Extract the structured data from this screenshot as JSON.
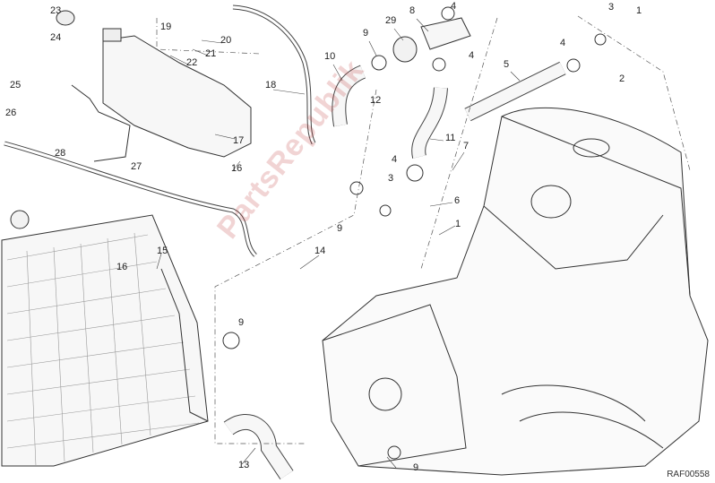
{
  "diagram": {
    "title": "Cooling system parts diagram",
    "drawing_code": "RAF00558",
    "watermark": "PartsRepublik",
    "callouts": [
      "23",
      "24",
      "25",
      "26",
      "28",
      "27",
      "19",
      "22",
      "21",
      "20",
      "18",
      "17",
      "16",
      "15",
      "16",
      "10",
      "9",
      "29",
      "8",
      "4",
      "4",
      "5",
      "3",
      "1",
      "4",
      "2",
      "12",
      "11",
      "7",
      "4",
      "3",
      "6",
      "1",
      "9",
      "14",
      "9",
      "13",
      "9"
    ]
  }
}
